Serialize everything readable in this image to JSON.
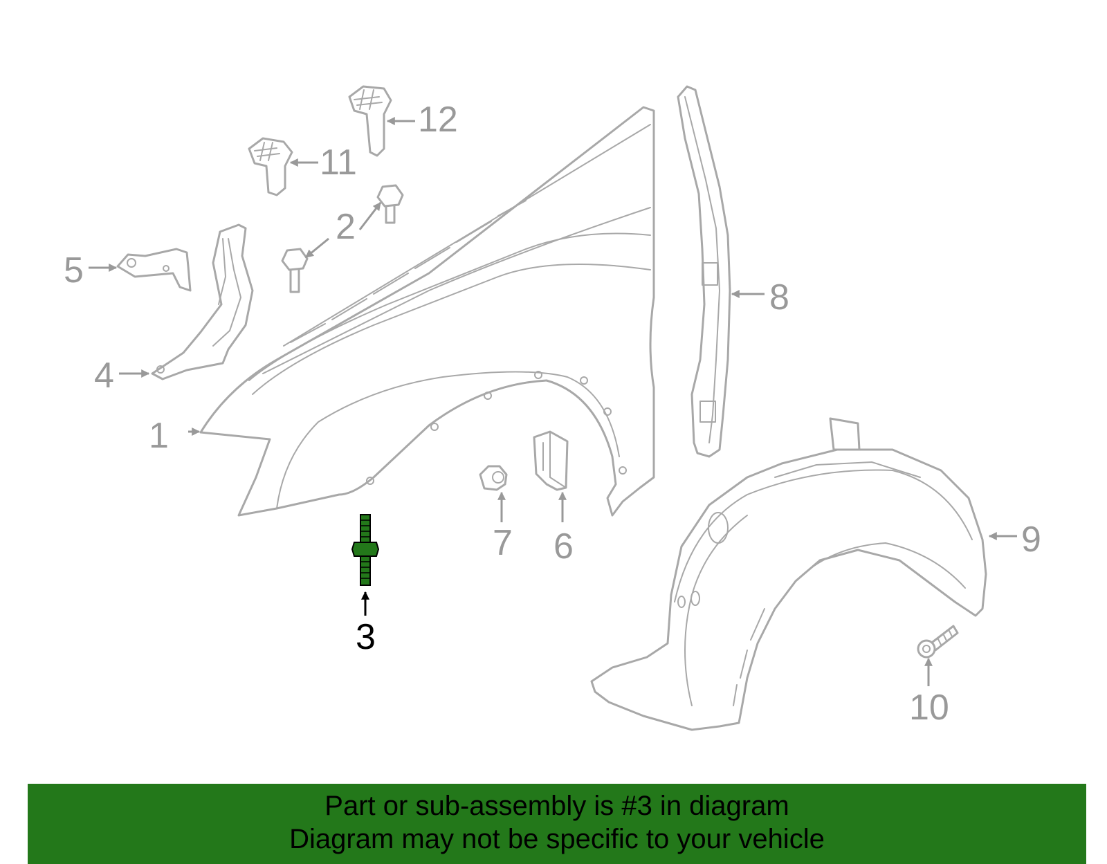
{
  "callouts": {
    "c1": "1",
    "c2": "2",
    "c3": "3",
    "c4": "4",
    "c5": "5",
    "c6": "6",
    "c7": "7",
    "c8": "8",
    "c9": "9",
    "c10": "10",
    "c11": "11",
    "c12": "12"
  },
  "highlight": {
    "part": "3",
    "color": "#23781a"
  },
  "colors": {
    "line_gray": "#a8a8a8",
    "callout_gray": "#999999",
    "banner_green": "#23781a"
  },
  "banner": {
    "line1": "Part or sub-assembly is #3 in diagram",
    "line2": "Diagram may not be specific to your vehicle"
  }
}
